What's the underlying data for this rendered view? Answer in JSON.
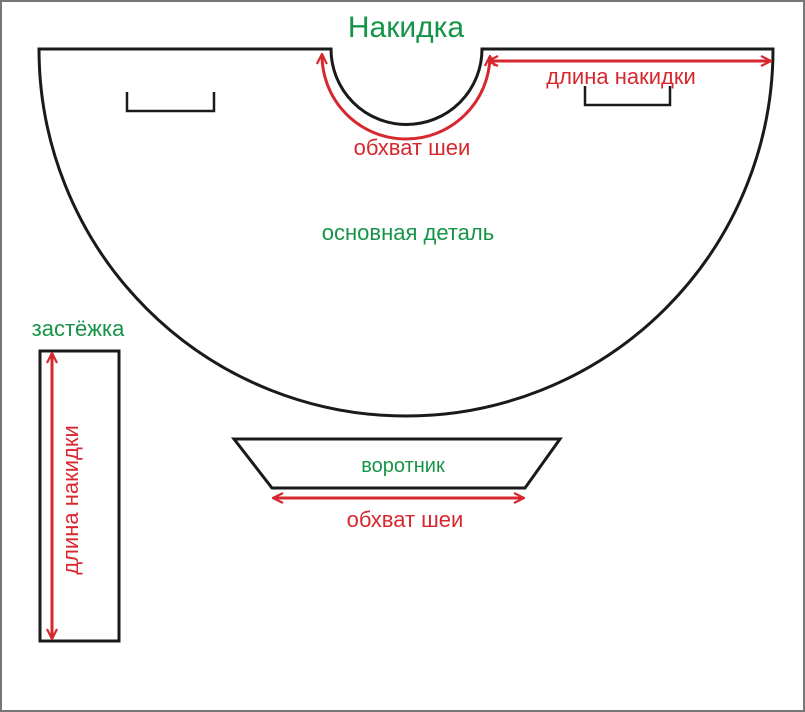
{
  "title": "Накидка",
  "labels": {
    "main_piece": "основная деталь",
    "neck_girth_top": "обхват шеи",
    "cape_length_top": "длина накидки",
    "fastener": "застёжка",
    "fastener_length": "длина накидки",
    "collar": "воротник",
    "collar_neck_girth": "обхват шеи"
  },
  "colors": {
    "green": "#159447",
    "red": "#d7282f",
    "outline": "#1a1a1a",
    "frame": "#777777"
  }
}
